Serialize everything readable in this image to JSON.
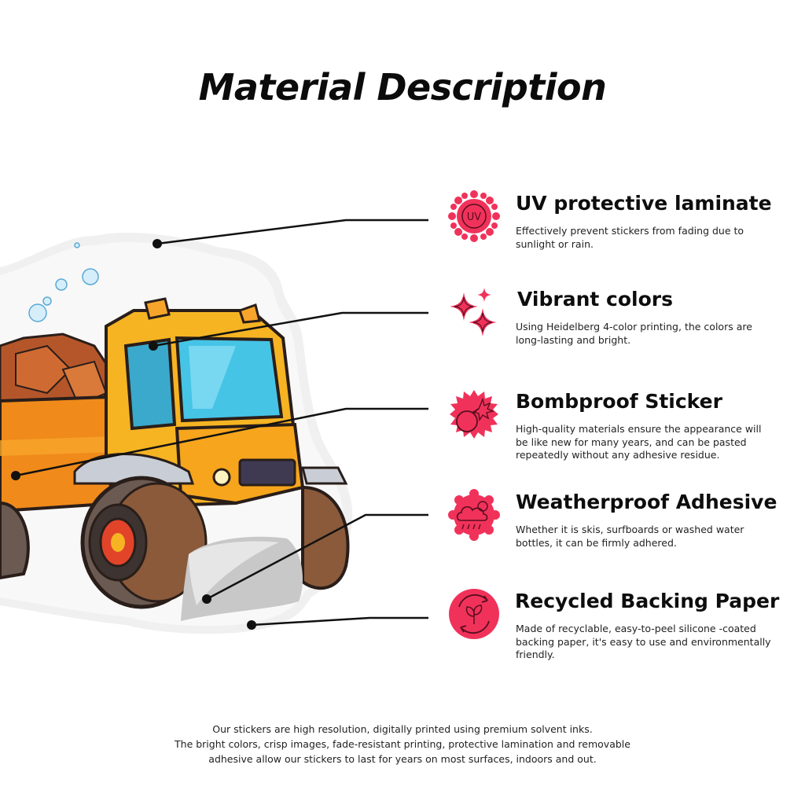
{
  "page": {
    "title": "Material Description",
    "accent_color": "#f0325a"
  },
  "features": [
    {
      "icon": "uv-sun-icon",
      "icon_text": "UV",
      "name": "UV protective laminate",
      "description": "Effectively prevent stickers from fading due to sunlight or rain."
    },
    {
      "icon": "sparkles-icon",
      "name": "Vibrant colors",
      "description": "Using Heidelberg 4-color printing, the colors are long-lasting and bright."
    },
    {
      "icon": "bomb-explosion-icon",
      "name": "Bombproof Sticker",
      "description": "High-quality materials ensure the appearance will be like new for many years, and can be pasted repeatedly without any adhesive residue."
    },
    {
      "icon": "cloud-rain-sun-icon",
      "name": "Weatherproof Adhesive",
      "description": "Whether it is skis, surfboards or washed water bottles, it can be firmly adhered."
    },
    {
      "icon": "recycle-leaf-icon",
      "name": "Recycled Backing Paper",
      "description": "Made of recyclable, easy-to-peel silicone -coated backing paper, it's easy to use and environmentally friendly."
    }
  ],
  "footer": {
    "line1": "Our stickers are high resolution, digitally printed using premium solvent inks.",
    "line2": "The bright colors, crisp images, fade-resistant printing, protective lamination and removable",
    "line3": "adhesive allow our stickers to last for years on most surfaces, indoors and out."
  },
  "illustration": {
    "subject": "yellow-dump-truck-sticker",
    "colors": {
      "body": "#f6a51c",
      "cab": "#f7c23a",
      "window": "#45c4e6",
      "dirt": "#b5562a",
      "tire": "#5a4a44",
      "outline": "#2a1e1a"
    }
  }
}
